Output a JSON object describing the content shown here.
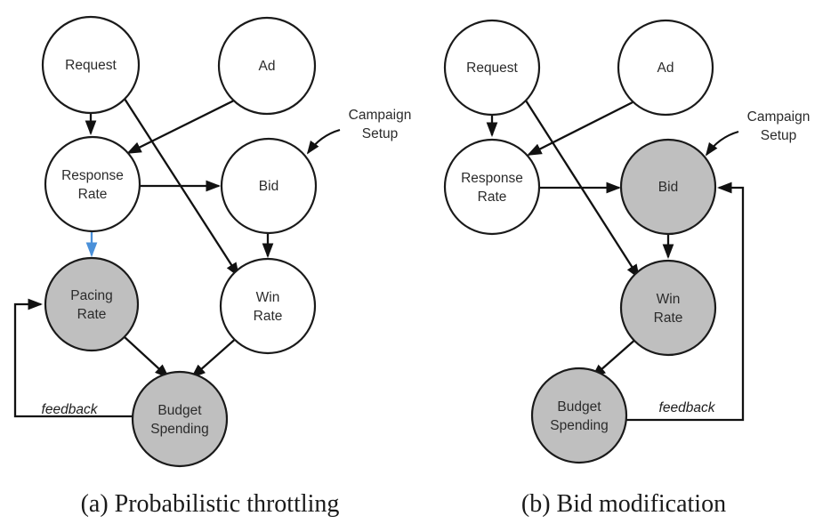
{
  "figure": {
    "title": "Budget pacing control diagrams",
    "background": "#ffffff",
    "node_fill_highlight": "#bfbfbf",
    "node_fill_plain": "#ffffff",
    "node_stroke": "#1a1a1a",
    "edge_color": "#111111",
    "accent_edge_color": "#4a90d9"
  },
  "panels": [
    {
      "id": "a",
      "caption": "(a) Probabilistic throttling",
      "nodes": [
        {
          "id": "request",
          "label": "Request",
          "line1": "Request",
          "line2": "",
          "fill": "plain"
        },
        {
          "id": "ad",
          "label": "Ad",
          "line1": "Ad",
          "line2": "",
          "fill": "plain"
        },
        {
          "id": "response",
          "label": "Response Rate",
          "line1": "Response",
          "line2": "Rate",
          "fill": "plain"
        },
        {
          "id": "bid",
          "label": "Bid",
          "line1": "Bid",
          "line2": "",
          "fill": "plain"
        },
        {
          "id": "pacing",
          "label": "Pacing Rate",
          "line1": "Pacing",
          "line2": "Rate",
          "fill": "highlight"
        },
        {
          "id": "winrate",
          "label": "Win Rate",
          "line1": "Win",
          "line2": "Rate",
          "fill": "plain"
        },
        {
          "id": "budget",
          "label": "Budget Spending",
          "line1": "Budget",
          "line2": "Spending",
          "fill": "highlight"
        }
      ],
      "annotations": [
        {
          "id": "campaign-setup",
          "line1": "Campaign",
          "line2": "Setup",
          "target": "bid"
        },
        {
          "id": "feedback",
          "label": "feedback"
        }
      ],
      "edges": [
        {
          "from": "request",
          "to": "response",
          "color": "black"
        },
        {
          "from": "request",
          "to": "winrate",
          "color": "black"
        },
        {
          "from": "ad",
          "to": "response",
          "color": "black"
        },
        {
          "from": "response",
          "to": "bid",
          "color": "black"
        },
        {
          "from": "response",
          "to": "pacing",
          "color": "blue"
        },
        {
          "from": "bid",
          "to": "winrate",
          "color": "black"
        },
        {
          "from": "pacing",
          "to": "budget",
          "color": "black"
        },
        {
          "from": "winrate",
          "to": "budget",
          "color": "black"
        },
        {
          "from": "budget",
          "to": "pacing",
          "color": "black",
          "label": "feedback"
        }
      ]
    },
    {
      "id": "b",
      "caption": "(b) Bid modification",
      "nodes": [
        {
          "id": "request",
          "label": "Request",
          "line1": "Request",
          "line2": "",
          "fill": "plain"
        },
        {
          "id": "ad",
          "label": "Ad",
          "line1": "Ad",
          "line2": "",
          "fill": "plain"
        },
        {
          "id": "response",
          "label": "Response Rate",
          "line1": "Response",
          "line2": "Rate",
          "fill": "plain"
        },
        {
          "id": "bid",
          "label": "Bid",
          "line1": "Bid",
          "line2": "",
          "fill": "highlight"
        },
        {
          "id": "winrate",
          "label": "Win Rate",
          "line1": "Win",
          "line2": "Rate",
          "fill": "highlight"
        },
        {
          "id": "budget",
          "label": "Budget Spending",
          "line1": "Budget",
          "line2": "Spending",
          "fill": "highlight"
        }
      ],
      "annotations": [
        {
          "id": "campaign-setup",
          "line1": "Campaign",
          "line2": "Setup",
          "target": "bid"
        },
        {
          "id": "feedback",
          "label": "feedback"
        }
      ],
      "edges": [
        {
          "from": "request",
          "to": "response",
          "color": "black"
        },
        {
          "from": "request",
          "to": "winrate",
          "color": "black"
        },
        {
          "from": "ad",
          "to": "response",
          "color": "black"
        },
        {
          "from": "response",
          "to": "bid",
          "color": "black"
        },
        {
          "from": "bid",
          "to": "winrate",
          "color": "black"
        },
        {
          "from": "winrate",
          "to": "budget",
          "color": "black"
        },
        {
          "from": "budget",
          "to": "bid",
          "color": "black",
          "label": "feedback"
        }
      ]
    }
  ]
}
